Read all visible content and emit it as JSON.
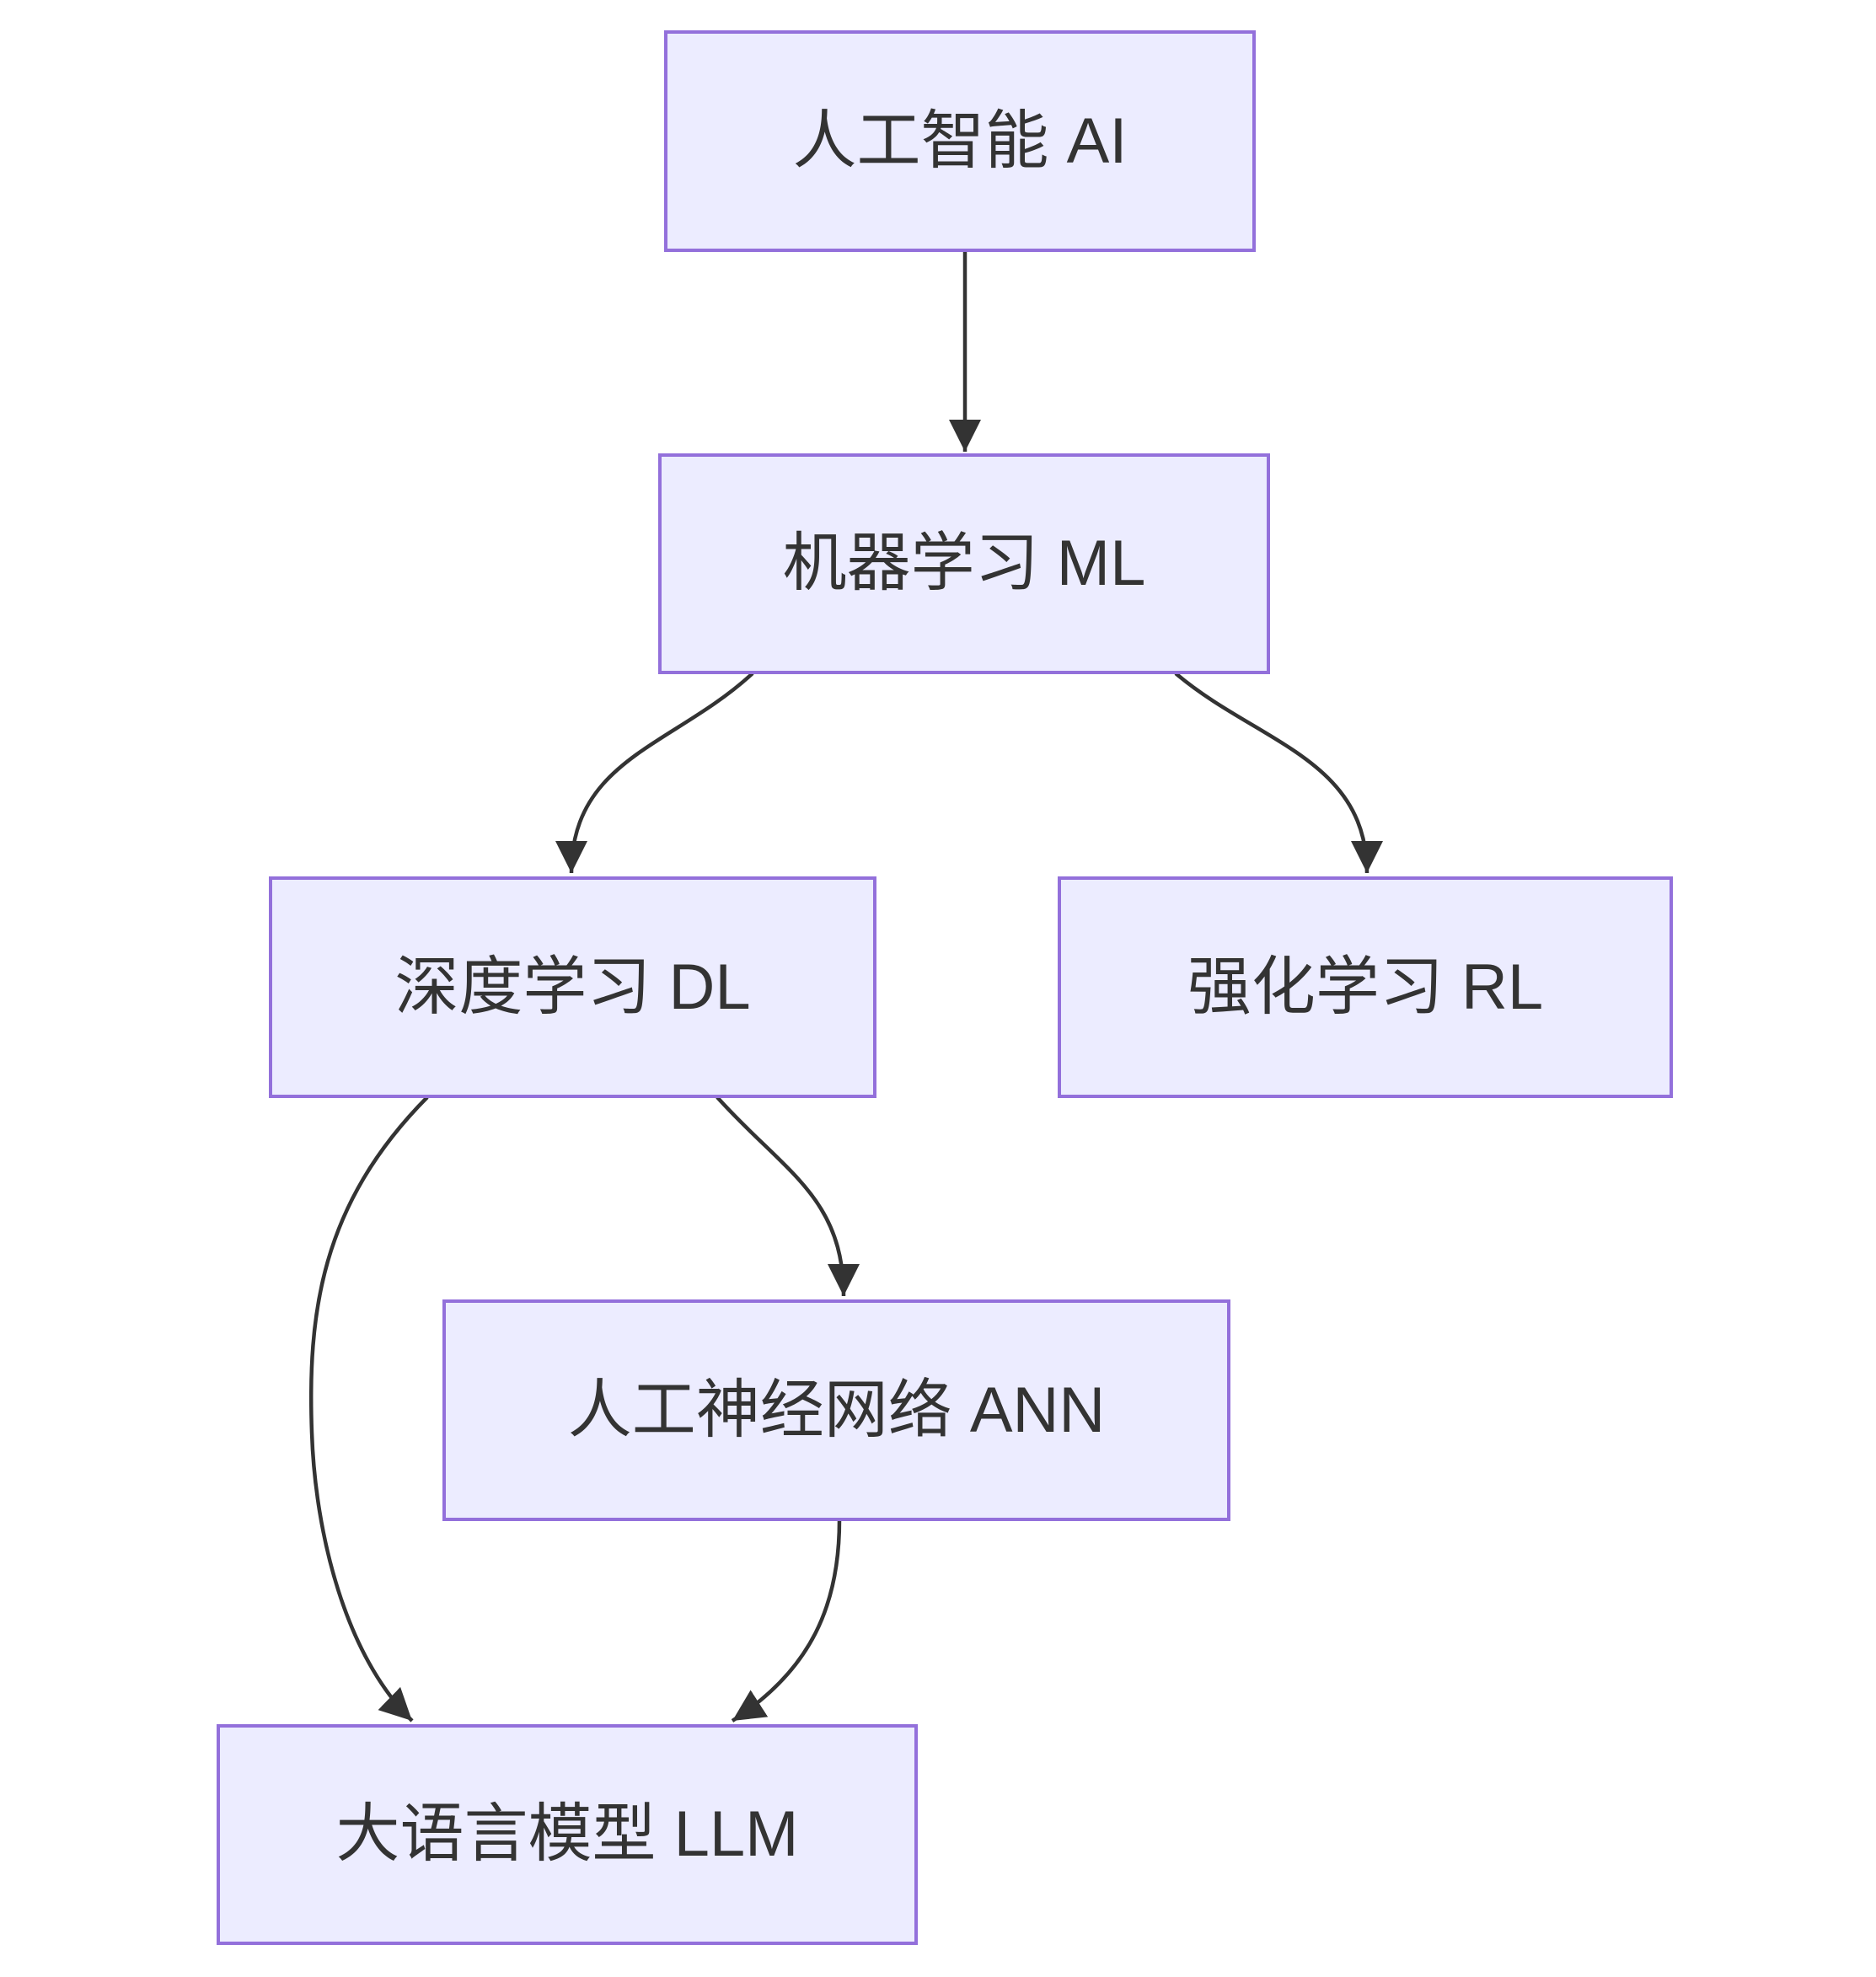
{
  "diagram": {
    "type": "flowchart",
    "direction": "top-down",
    "colors": {
      "background": "#FFFFFF",
      "node_fill": "#ECECFF",
      "node_border": "#9370DB",
      "edge": "#333333",
      "text": "#333333"
    },
    "nodes": [
      {
        "id": "ai",
        "label": "人工智能 AI"
      },
      {
        "id": "ml",
        "label": "机器学习 ML"
      },
      {
        "id": "dl",
        "label": "深度学习 DL"
      },
      {
        "id": "rl",
        "label": "强化学习 RL"
      },
      {
        "id": "ann",
        "label": "人工神经网络 ANN"
      },
      {
        "id": "llm",
        "label": "大语言模型 LLM"
      }
    ],
    "edges": [
      {
        "from": "ai",
        "to": "ml"
      },
      {
        "from": "ml",
        "to": "dl"
      },
      {
        "from": "ml",
        "to": "rl"
      },
      {
        "from": "dl",
        "to": "ann"
      },
      {
        "from": "dl",
        "to": "llm"
      },
      {
        "from": "ann",
        "to": "llm"
      }
    ]
  }
}
